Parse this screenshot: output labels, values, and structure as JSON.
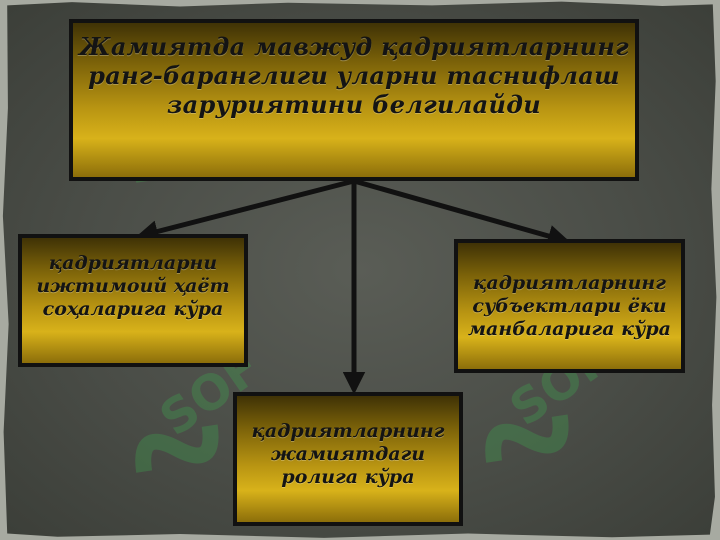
{
  "watermark": {
    "text": "SOFF",
    "color": "#3ea84f"
  },
  "main": {
    "title": "Жамиятда мавжуд қадриятларнинг\nранг-баранглиги уларни таснифлаш\nзаруриятини белгилайди"
  },
  "categories": {
    "left": "қадриятларни\nижтимоий ҳаёт\nсоҳаларига кўра",
    "right": "қадриятларнинг\nсубъектлари ёки\nманбаларига кўра",
    "bottom": "қадриятларнинг\nжамиятдаги\nролига кўра"
  },
  "colors": {
    "box_gold": "#d8b21a",
    "box_border": "#111111",
    "background": "#4a4d47"
  }
}
